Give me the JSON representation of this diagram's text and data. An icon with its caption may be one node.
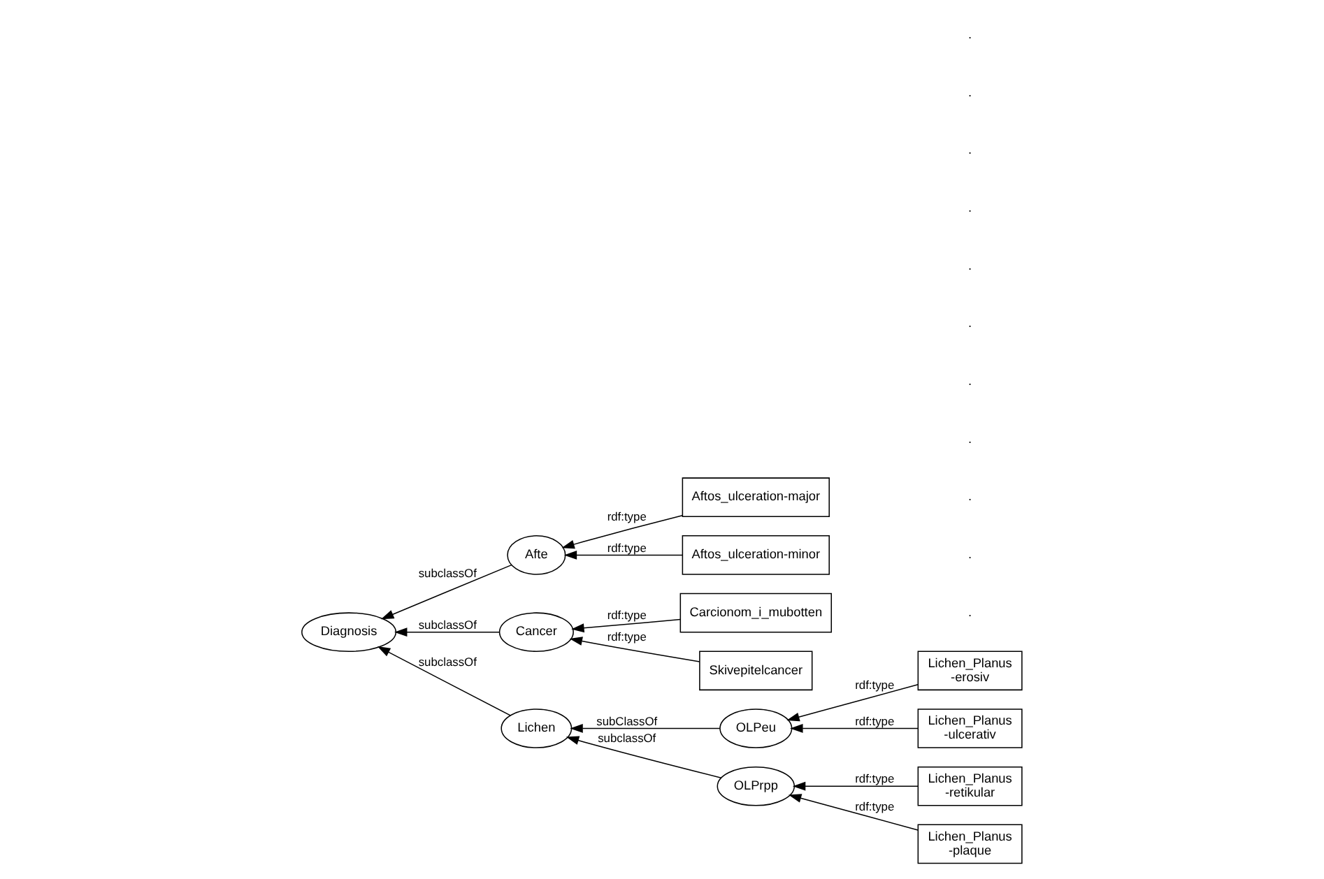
{
  "diagram": {
    "nodes": [
      {
        "text": [
          "Diagnosis"
        ]
      },
      {
        "text": [
          "Afte"
        ]
      },
      {
        "text": [
          "Cancer"
        ]
      },
      {
        "text": [
          "Lichen"
        ]
      },
      {
        "text": [
          "OLPeu"
        ]
      },
      {
        "text": [
          "OLPrpp"
        ]
      },
      {
        "text": [
          "Aftos_ulceration-major"
        ]
      },
      {
        "text": [
          "Aftos_ulceration-minor"
        ]
      },
      {
        "text": [
          "Carcionom_i_mubotten"
        ]
      },
      {
        "text": [
          "Skivepitelcancer"
        ]
      },
      {
        "text": [
          "Lichen_Planus -erosiv"
        ]
      },
      {
        "text": [
          "Lichen_Planus -ulcerativ"
        ]
      },
      {
        "text": [
          "Lichen_Planus -retikular"
        ]
      },
      {
        "text": [
          "Lichen_Planus -plaque"
        ]
      }
    ],
    "edges": [
      {
        "from": 1,
        "to": 0,
        "arrow": "to",
        "label": "subclassOf"
      },
      {
        "from": 2,
        "to": 0,
        "arrow": "to",
        "label": "subclassOf"
      },
      {
        "from": 3,
        "to": 0,
        "arrow": "to",
        "label": "subclassOf"
      },
      {
        "from": 6,
        "to": 1,
        "arrow": "to",
        "label": "rdf:type"
      },
      {
        "from": 7,
        "to": 1,
        "arrow": "to",
        "label": "rdf:type"
      },
      {
        "from": 8,
        "to": 2,
        "arrow": "to",
        "label": "rdf:type"
      },
      {
        "from": 9,
        "to": 2,
        "arrow": "to",
        "label": "rdf:type"
      },
      {
        "from": 4,
        "to": 3,
        "arrow": "to",
        "label": "subClassOf"
      },
      {
        "from": 5,
        "to": 3,
        "arrow": "to",
        "label": "subclassOf"
      },
      {
        "from": 10,
        "to": 4,
        "arrow": "to",
        "label": "rdf:type"
      },
      {
        "from": 11,
        "to": 4,
        "arrow": "to",
        "label": "rdf:type"
      },
      {
        "from": 12,
        "to": 5,
        "arrow": "to",
        "label": "rdf:type"
      },
      {
        "from": 13,
        "to": 5,
        "arrow": "to",
        "label": "rdf:type"
      }
    ],
    "labels": [
      ".",
      ".",
      ".",
      ".",
      ".",
      ".",
      ".",
      ".",
      ".",
      ".",
      "."
    ]
  }
}
